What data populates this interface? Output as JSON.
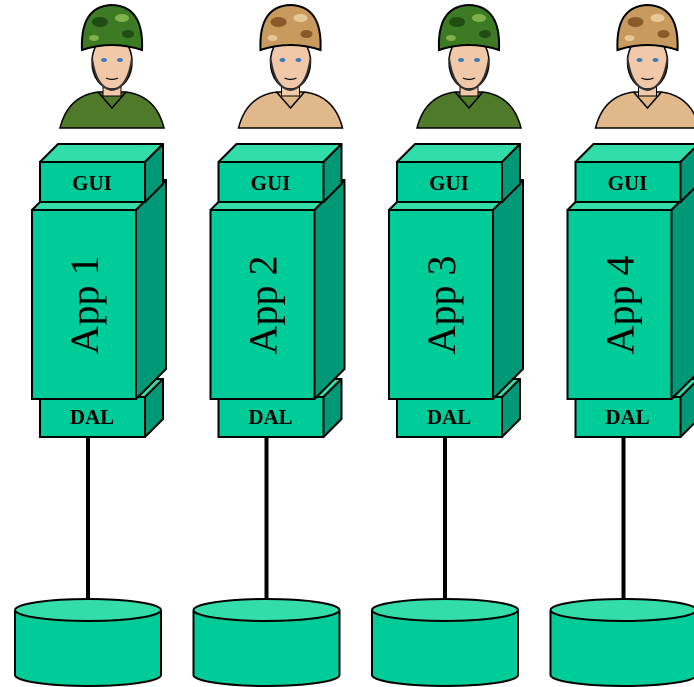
{
  "diagram": {
    "colors": {
      "box_front": "#00cc99",
      "box_top": "#33ddaa",
      "box_side": "#009977",
      "stroke": "#000000",
      "helmet_green": "#3d7a24",
      "helmet_tan": "#c89a5e",
      "uniform_green": "#4e7a2a",
      "uniform_tan": "#e0b88a",
      "skin": "#f2c9a8"
    },
    "stacks": [
      {
        "app_label": "App 1",
        "gui_label": "GUI",
        "dal_label": "DAL",
        "soldier_style": "green"
      },
      {
        "app_label": "App 2",
        "gui_label": "GUI",
        "dal_label": "DAL",
        "soldier_style": "tan"
      },
      {
        "app_label": "App 3",
        "gui_label": "GUI",
        "dal_label": "DAL",
        "soldier_style": "green"
      },
      {
        "app_label": "App 4",
        "gui_label": "GUI",
        "dal_label": "DAL",
        "soldier_style": "tan"
      }
    ]
  }
}
